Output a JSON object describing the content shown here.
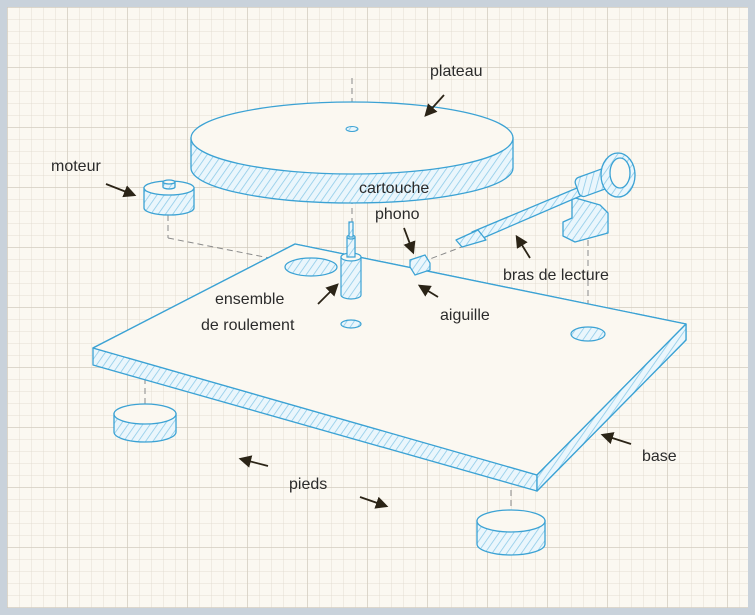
{
  "labels": {
    "plateau": "plateau",
    "moteur": "moteur",
    "cartouche": "cartouche",
    "phono": "phono",
    "ensemble": "ensemble",
    "roulement": "de roulement",
    "aiguille": "aiguille",
    "bras": "bras de lecture",
    "base": "base",
    "pieds": "pieds"
  },
  "colors": {
    "outline": "#3ba2d4",
    "hatch": "#8ecbe8",
    "fill": "#eaf6fc",
    "guide": "#8a8a8a",
    "arrow": "#2b2417",
    "text": "#2b2b2b"
  }
}
